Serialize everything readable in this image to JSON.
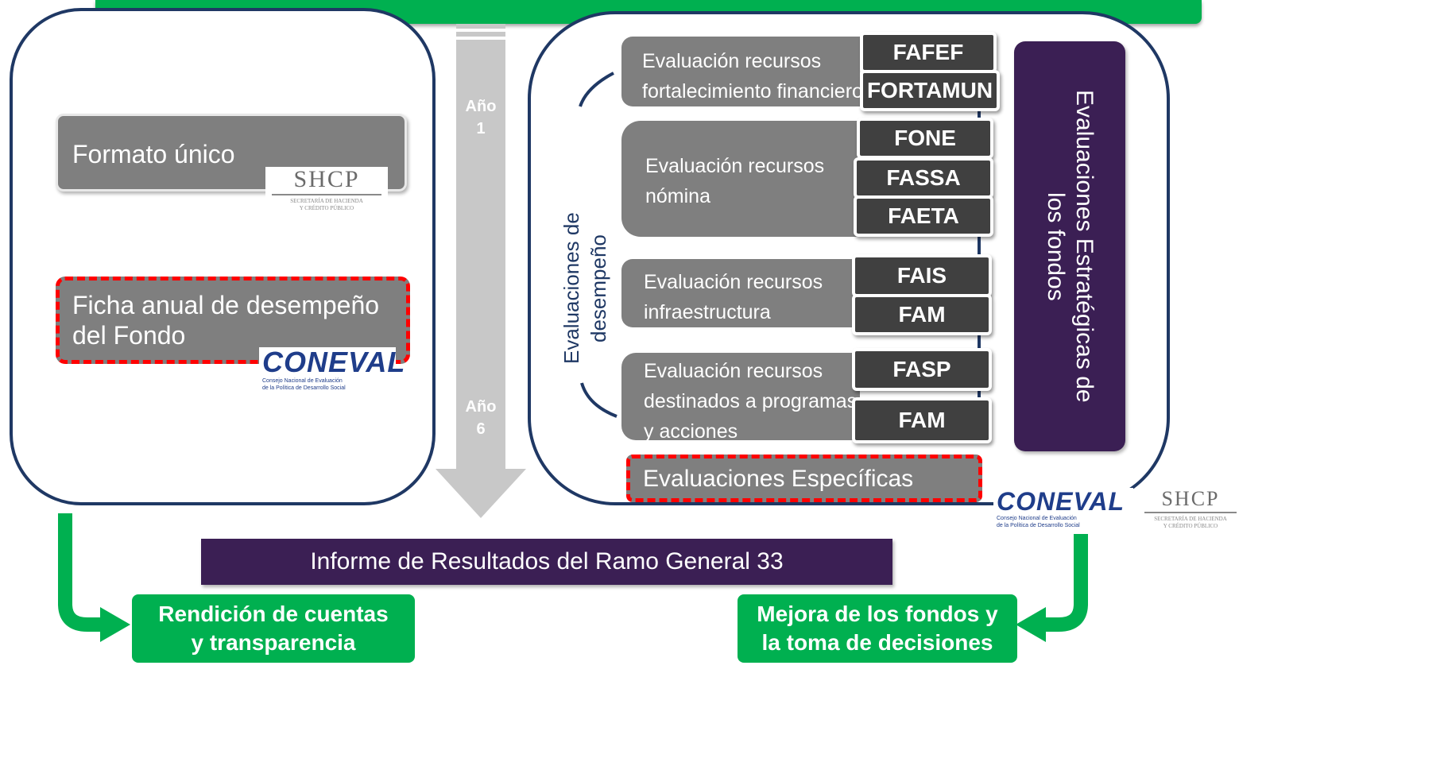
{
  "timeline": {
    "year_start": "Año\n1",
    "year_end": "Año\n6"
  },
  "left": {
    "formato_unico": "Formato único",
    "ficha_anual": "Ficha anual de desempeño del Fondo"
  },
  "logos": {
    "shcp_title": "SHCP",
    "shcp_subtitle": "SECRETARÍA DE HACIENDA\nY CRÉDITO PÚBLICO",
    "coneval_title": "CONEVAL",
    "coneval_subtitle": "Consejo Nacional de Evaluación\nde la Política de Desarrollo Social"
  },
  "right": {
    "desempeno_label": "Evaluaciones de desempeño",
    "estrategicas_label": "Evaluaciones Estratégicas de los fondos",
    "especificas_label": "Evaluaciones Específicas",
    "groups": [
      {
        "label": "Evaluación recursos fortalecimiento financiero",
        "funds": [
          "FAFEF",
          "FORTAMUN"
        ]
      },
      {
        "label": "Evaluación recursos nómina",
        "funds": [
          "FONE",
          "FASSA",
          "FAETA"
        ]
      },
      {
        "label": "Evaluación recursos infraestructura",
        "funds": [
          "FAIS",
          "FAM"
        ]
      },
      {
        "label": "Evaluación recursos destinados a programas y acciones",
        "funds": [
          "FASP",
          "FAM"
        ]
      }
    ]
  },
  "bottom": {
    "informe": "Informe de Resultados del Ramo General 33",
    "rendicion_line1": "Rendición de cuentas",
    "rendicion_line2": "y transparencia",
    "mejora_line1": "Mejora de los fondos y",
    "mejora_line2": "la toma de decisiones"
  },
  "colors": {
    "green": "#00b050",
    "navy": "#1f3864",
    "purple": "#3b1f54",
    "gray": "#7f7f7f",
    "dark": "#404040",
    "red_dash": "#ff0000"
  }
}
